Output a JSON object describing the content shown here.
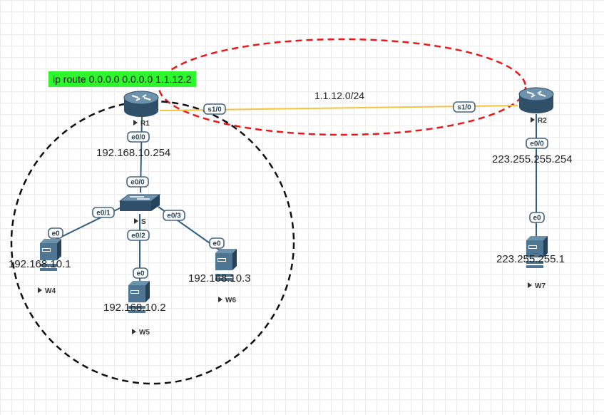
{
  "route_command": "ip route 0.0.0.0 0.0.0.0 1.1.12.2",
  "link_network": "1.1.12.0/24",
  "devices": {
    "r1": {
      "name": "R1",
      "ip": "192.168.10.254",
      "ports": {
        "serial": "s1/0",
        "lan": "e0/0"
      }
    },
    "r2": {
      "name": "R2",
      "ip": "223.255.255.254",
      "ports": {
        "serial": "s1/0",
        "lan": "e0/0"
      }
    },
    "switch": {
      "name": "S",
      "ports": {
        "uplink": "e0/0",
        "w4": "e0/1",
        "w5": "e0/2",
        "w6": "e0/3"
      }
    },
    "w4": {
      "name": "W4",
      "ip": "192.168.10.1",
      "port": "e0"
    },
    "w5": {
      "name": "W5",
      "ip": "192.168.10.2",
      "port": "e0"
    },
    "w6": {
      "name": "W6",
      "ip": "192.168.10.3",
      "port": "e0"
    },
    "w7": {
      "name": "W7",
      "ip": "223.255.255.1",
      "port": "e0"
    }
  },
  "colors": {
    "serial_link": "#f5c242",
    "ethernet_link": "#2f5e7e",
    "wan_ellipse": "#e8191b",
    "lan_circle": "#111111",
    "command_bg": "#2ef52e",
    "device_body": "#4e7591"
  }
}
